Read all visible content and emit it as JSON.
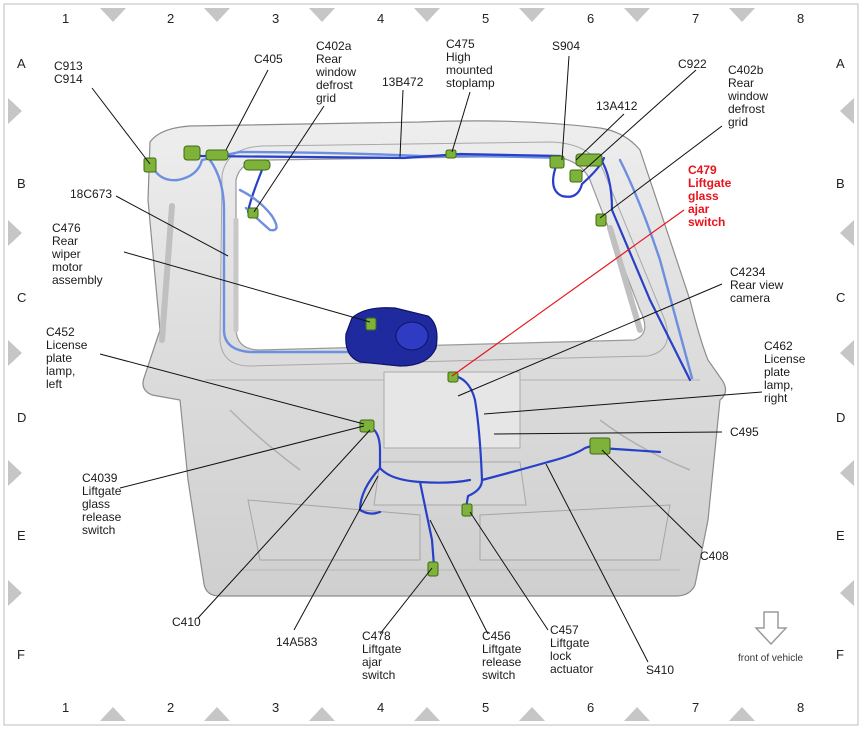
{
  "grid": {
    "columns": [
      "1",
      "2",
      "3",
      "4",
      "5",
      "6",
      "7",
      "8"
    ],
    "rows": [
      "A",
      "B",
      "C",
      "D",
      "E",
      "F"
    ]
  },
  "labels": {
    "c913": "C913",
    "c914": "C914",
    "c405": "C405",
    "c402a_1": "C402a",
    "c402a_2": "Rear",
    "c402a_3": "window",
    "c402a_4": "defrost",
    "c402a_5": "grid",
    "c13b472": "13B472",
    "c475_1": "C475",
    "c475_2": "High",
    "c475_3": "mounted",
    "c475_4": "stoplamp",
    "s904": "S904",
    "c922": "C922",
    "c13a412": "13A412",
    "c402b_1": "C402b",
    "c402b_2": "Rear",
    "c402b_3": "window",
    "c402b_4": "defrost",
    "c402b_5": "grid",
    "c18c673": "18C673",
    "c479_1": "C479",
    "c479_2": "Liftgate",
    "c479_3": "glass",
    "c479_4": "ajar",
    "c479_5": "switch",
    "c476_1": "C476",
    "c476_2": "Rear",
    "c476_3": "wiper",
    "c476_4": "motor",
    "c476_5": "assembly",
    "c4234_1": "C4234",
    "c4234_2": "Rear view",
    "c4234_3": "camera",
    "c452_1": "C452",
    "c452_2": "License",
    "c452_3": "plate",
    "c452_4": "lamp,",
    "c452_5": "left",
    "c462_1": "C462",
    "c462_2": "License",
    "c462_3": "plate",
    "c462_4": "lamp,",
    "c462_5": "right",
    "c495": "C495",
    "c4039_1": "C4039",
    "c4039_2": "Liftgate",
    "c4039_3": "glass",
    "c4039_4": "release",
    "c4039_5": "switch",
    "c408": "C408",
    "c410": "C410",
    "c14a583": "14A583",
    "c478_1": "C478",
    "c478_2": "Liftgate",
    "c478_3": "ajar",
    "c478_4": "switch",
    "c456_1": "C456",
    "c456_2": "Liftgate",
    "c456_3": "release",
    "c456_4": "switch",
    "c457_1": "C457",
    "c457_2": "Liftgate",
    "c457_3": "lock",
    "c457_4": "actuator",
    "s410": "S410",
    "front": "front of vehicle"
  },
  "colors": {
    "highlight": "#e8141c",
    "wire": "#2840c8",
    "connector": "#7fb23a",
    "panel": "#e3e3e3"
  },
  "icons": {
    "direction": "down-arrow-icon"
  }
}
